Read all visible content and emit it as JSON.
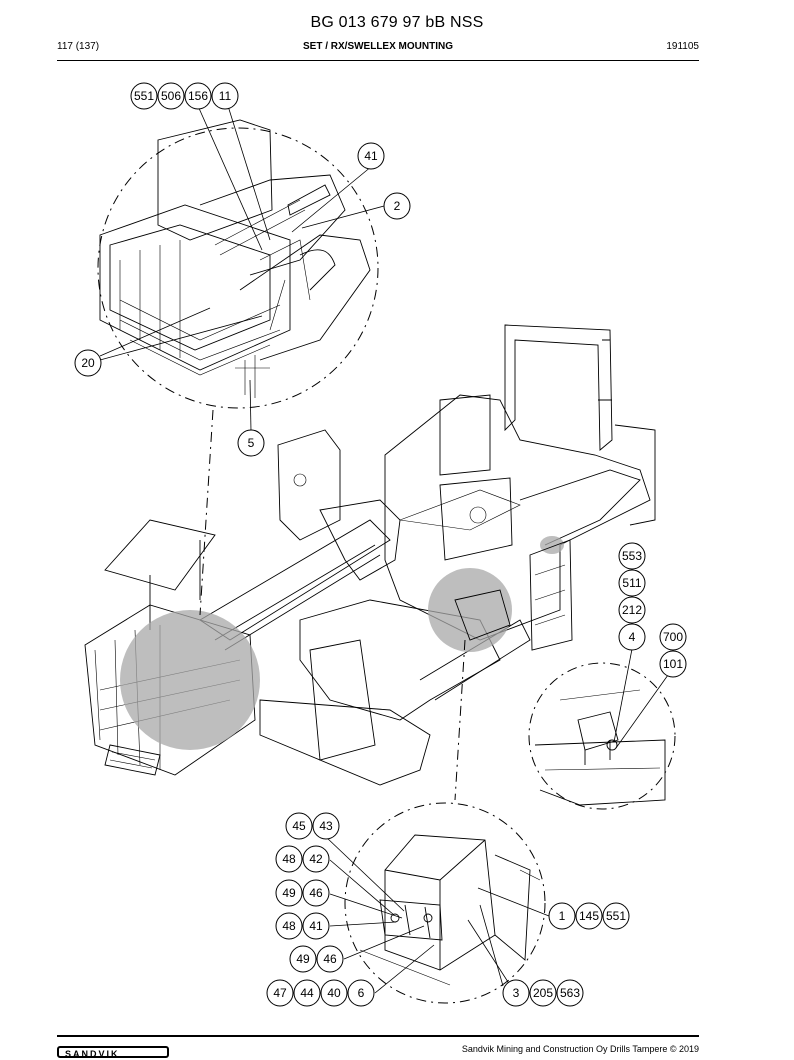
{
  "document_title": "BG 013 679 97 bB NSS",
  "header": {
    "page_ref": "117 (137)",
    "section": "SET / RX/SWELLEX MOUNTING",
    "date_code": "191105"
  },
  "footer": {
    "copyright": "Sandvik Mining and Construction Oy Drills Tampere © 2019",
    "logo_text": "SANDVIK"
  },
  "callouts": [
    "551",
    "506",
    "156",
    "11",
    "41",
    "2",
    "20",
    "5",
    "553",
    "511",
    "212",
    "4",
    "700",
    "101",
    "45",
    "43",
    "48",
    "42",
    "49",
    "46",
    "1",
    "145",
    "551",
    "48",
    "41",
    "49",
    "46",
    "3",
    "205",
    "563",
    "47",
    "44",
    "40",
    "6"
  ]
}
